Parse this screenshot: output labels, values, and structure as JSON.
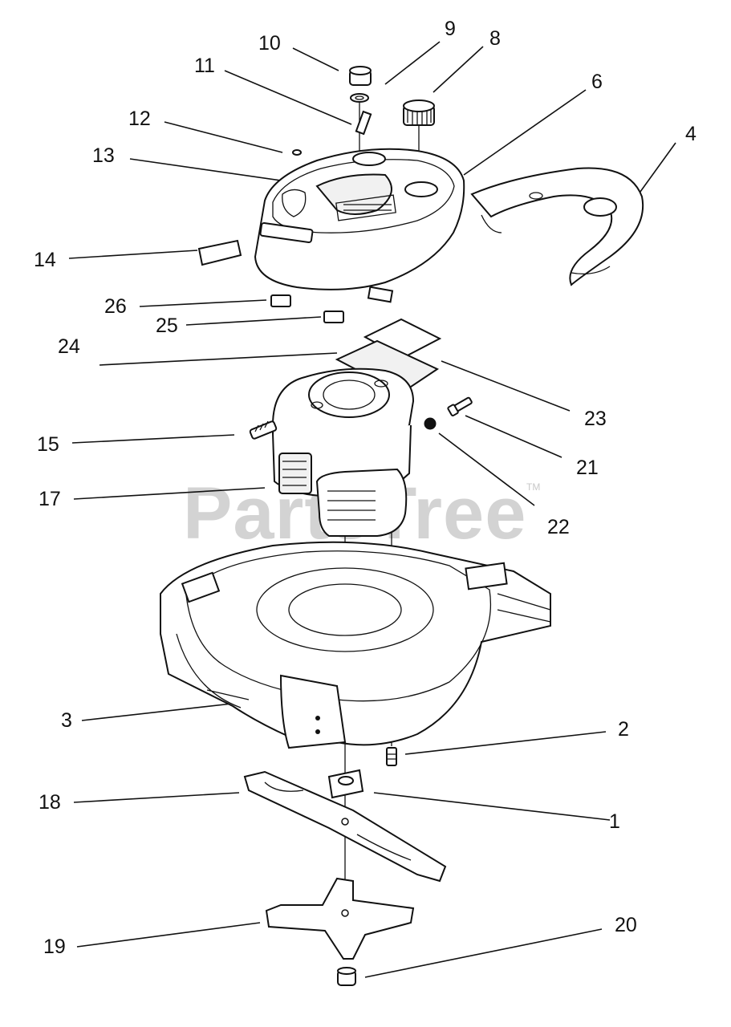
{
  "watermark": {
    "text": "PartsTree",
    "trademark": "TM"
  },
  "callouts": [
    {
      "id": "1",
      "label": "1"
    },
    {
      "id": "2",
      "label": "2"
    },
    {
      "id": "3",
      "label": "3"
    },
    {
      "id": "4",
      "label": "4"
    },
    {
      "id": "6",
      "label": "6"
    },
    {
      "id": "8",
      "label": "8"
    },
    {
      "id": "9",
      "label": "9"
    },
    {
      "id": "10",
      "label": "10"
    },
    {
      "id": "11",
      "label": "11"
    },
    {
      "id": "12",
      "label": "12"
    },
    {
      "id": "13",
      "label": "13"
    },
    {
      "id": "14",
      "label": "14"
    },
    {
      "id": "15",
      "label": "15"
    },
    {
      "id": "17",
      "label": "17"
    },
    {
      "id": "18",
      "label": "18"
    },
    {
      "id": "19",
      "label": "19"
    },
    {
      "id": "20",
      "label": "20"
    },
    {
      "id": "21",
      "label": "21"
    },
    {
      "id": "22",
      "label": "22"
    },
    {
      "id": "23",
      "label": "23"
    },
    {
      "id": "24",
      "label": "24"
    },
    {
      "id": "25",
      "label": "25"
    },
    {
      "id": "26",
      "label": "26"
    }
  ]
}
